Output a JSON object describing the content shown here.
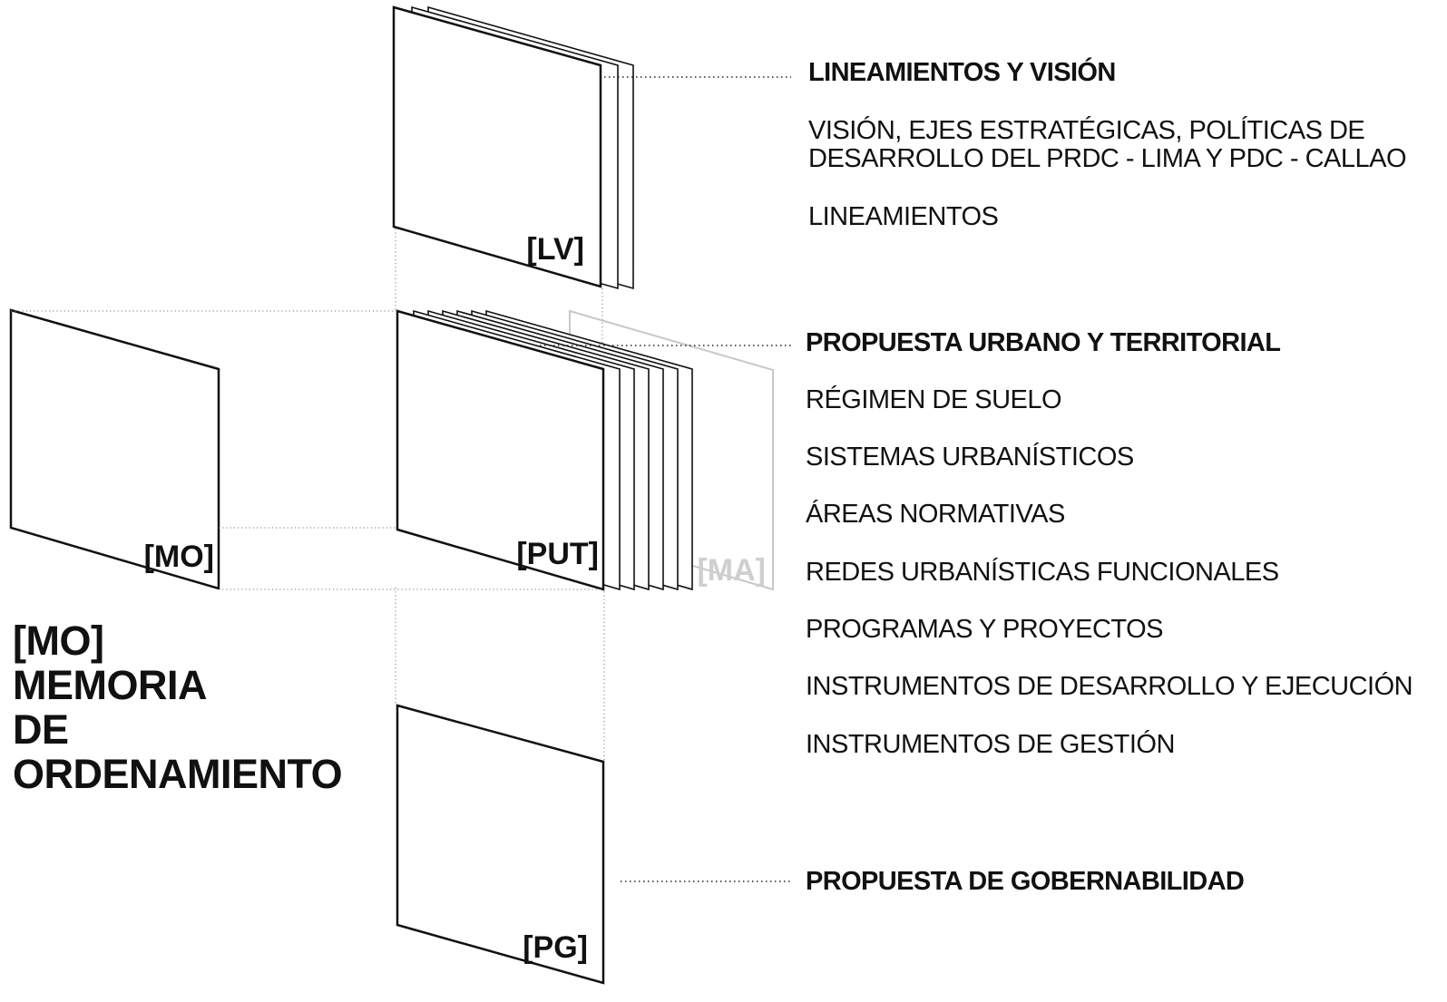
{
  "sheets": {
    "lv": "[LV]",
    "put": "[PUT]",
    "ma": "[MA]",
    "mo": "[MO]",
    "pg": "[PG]"
  },
  "sections": {
    "lineamientos": {
      "heading": "LINEAMIENTOS Y VISIÓN",
      "items": [
        "VISIÓN, EJES ESTRATÉGICAS, POLÍTICAS DE",
        "DESARROLLO DEL PRDC - LIMA  Y PDC - CALLAO",
        "LINEAMIENTOS"
      ]
    },
    "propuesta_urbano": {
      "heading": "PROPUESTA URBANO Y TERRITORIAL",
      "items": [
        "RÉGIMEN DE SUELO",
        "SISTEMAS URBANÍSTICOS",
        "ÁREAS NORMATIVAS",
        "REDES URBANÍSTICAS FUNCIONALES",
        "PROGRAMAS Y PROYECTOS",
        "INSTRUMENTOS DE DESARROLLO Y EJECUCIÓN",
        "INSTRUMENTOS DE GESTIÓN"
      ]
    },
    "gobernabilidad": {
      "heading": "PROPUESTA DE GOBERNABILIDAD"
    }
  },
  "memoria": {
    "lines": [
      "[MO]",
      "MEMORIA",
      "DE",
      "ORDENAMIENTO"
    ]
  },
  "colors": {
    "stroke": "#111111",
    "ghost": "#c8c8c8",
    "background": "#ffffff"
  }
}
